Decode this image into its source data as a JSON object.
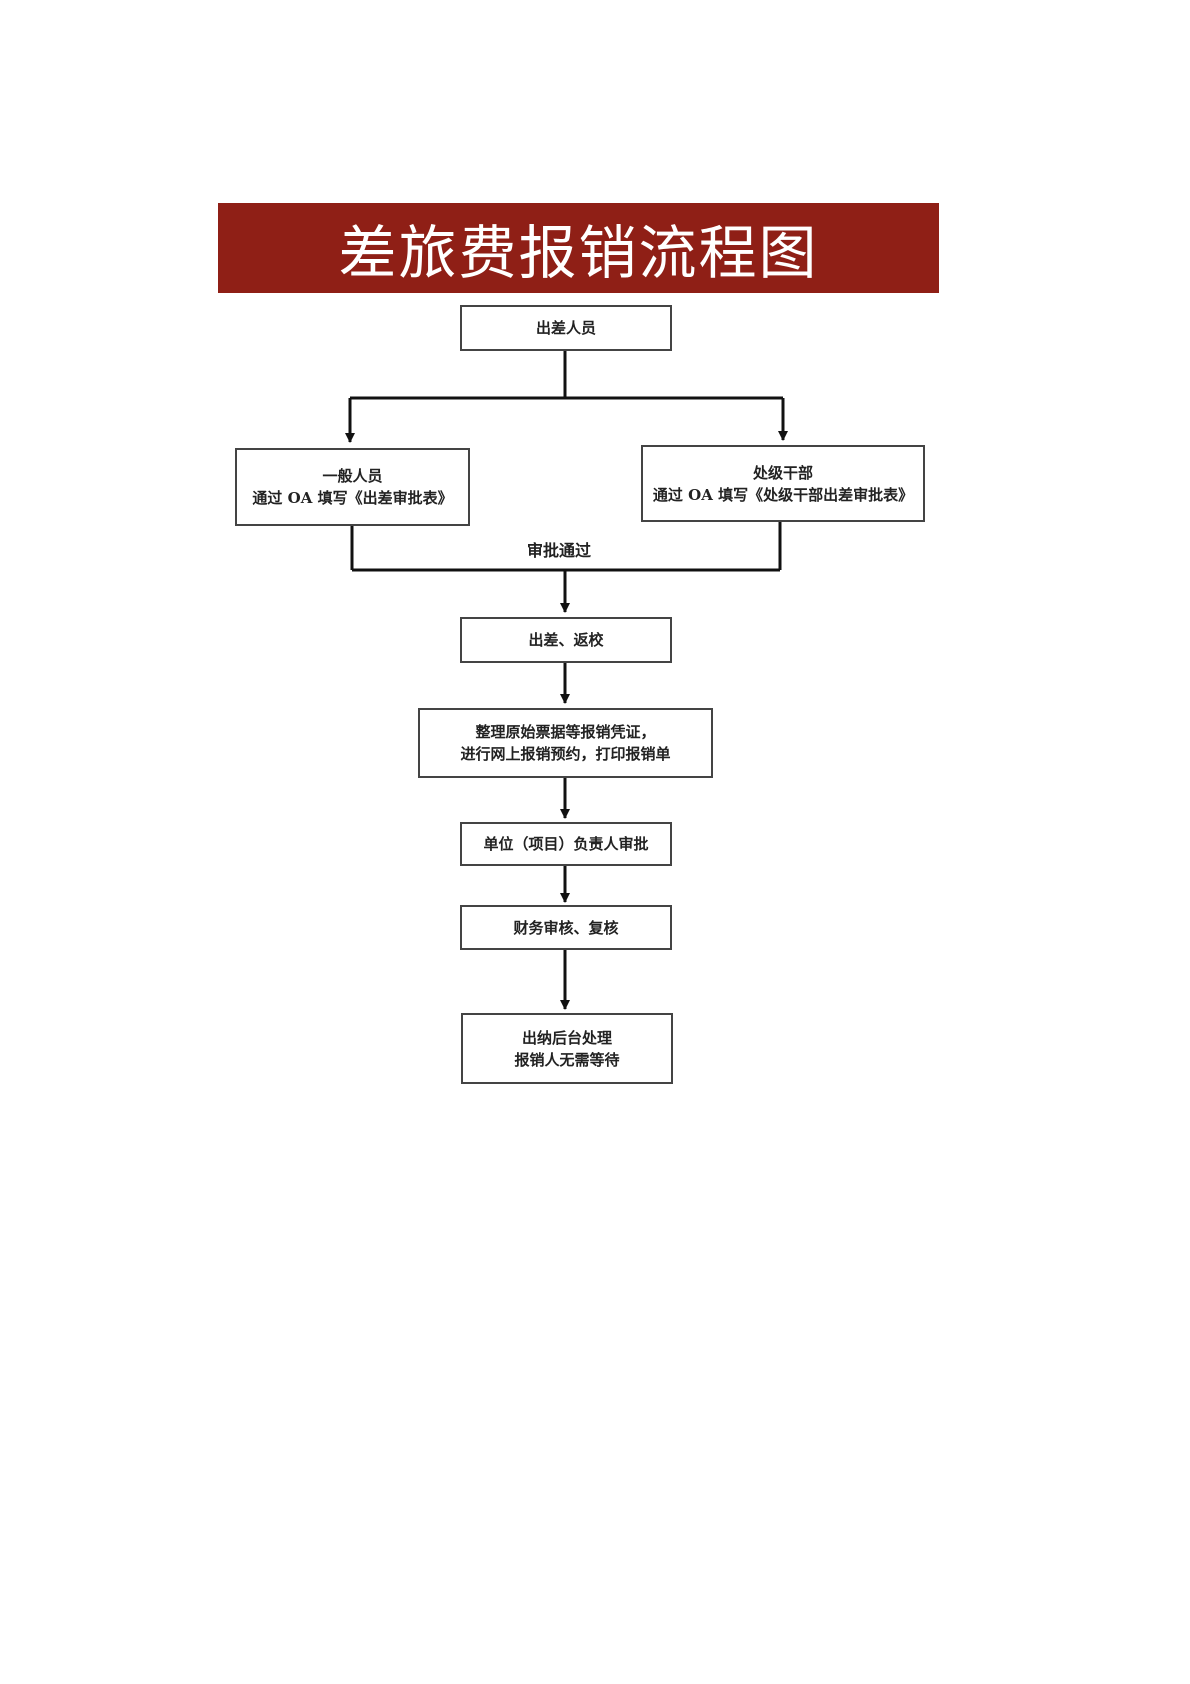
{
  "title": "差旅费报销流程图",
  "colors": {
    "banner": "#8f1f16",
    "line": "#111111",
    "box_border": "#444444"
  },
  "nodes": {
    "traveler": {
      "lines": [
        "出差人员"
      ]
    },
    "general_staff": {
      "lines": [
        "一般人员",
        "通过 OA 填写《出差审批表》"
      ]
    },
    "division_cadre": {
      "lines": [
        "处级干部",
        "通过 OA 填写《处级干部出差审批表》"
      ]
    },
    "trip_return": {
      "lines": [
        "出差、返校"
      ]
    },
    "organize_receipts": {
      "lines": [
        "整理原始票据等报销凭证，",
        "进行网上报销预约，打印报销单"
      ]
    },
    "unit_approval": {
      "lines": [
        "单位（项目）负责人审批"
      ]
    },
    "finance_review": {
      "lines": [
        "财务审核、复核"
      ]
    },
    "cashier": {
      "lines": [
        "出纳后台处理",
        "报销人无需等待"
      ]
    }
  },
  "edge_labels": {
    "approved": "审批通过"
  }
}
